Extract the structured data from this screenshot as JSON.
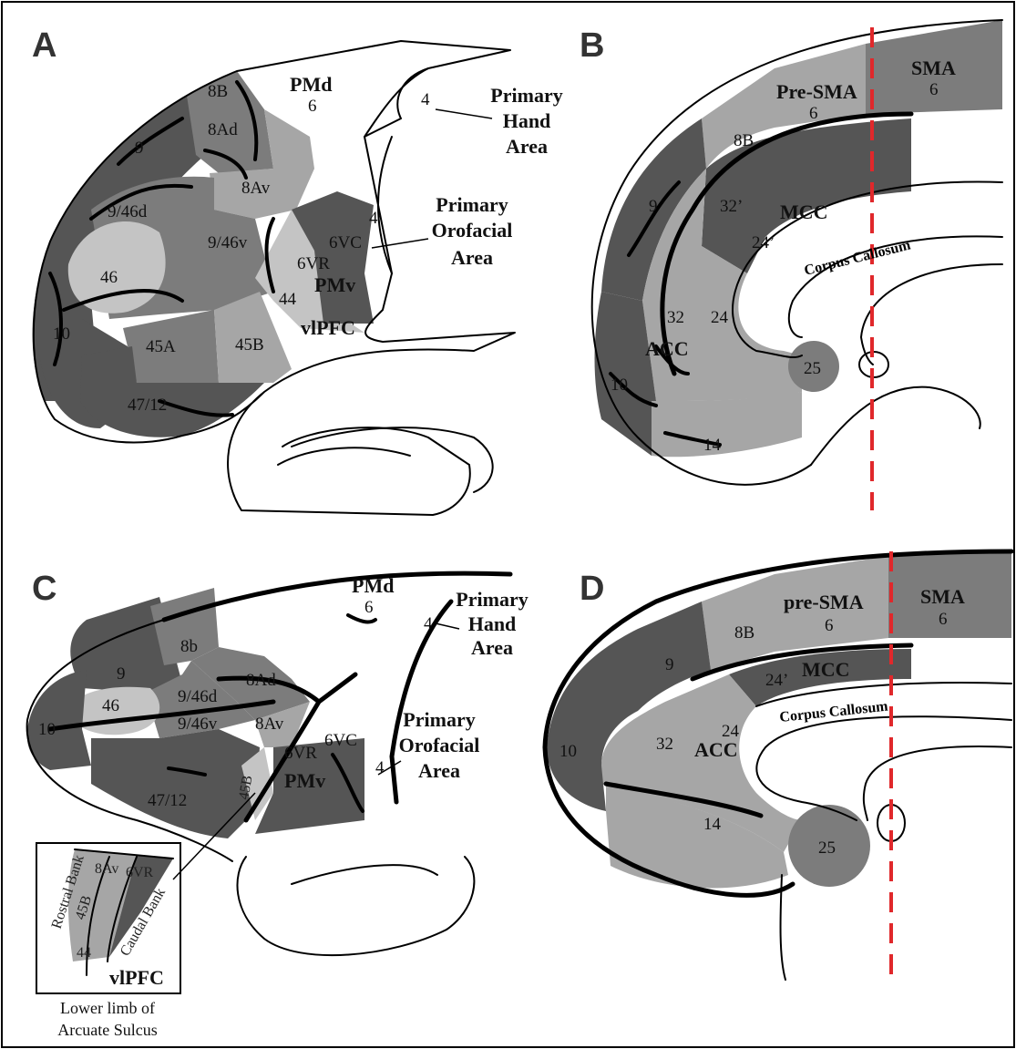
{
  "panels": {
    "A": {
      "letter": "A",
      "areas": {
        "a8B": "8B",
        "a9": "9",
        "a8Ad": "8Ad",
        "a8Av": "8Av",
        "a946d": "9/46d",
        "a946v": "9/46v",
        "a46": "46",
        "a10": "10",
        "a45A": "45A",
        "a45B": "45B",
        "a4712": "47/12",
        "a44": "44",
        "a6VR": "6VR",
        "a6VC": "6VC",
        "a4_top": "4",
        "a4_mid": "4",
        "a6": "6"
      },
      "regions": {
        "pmd": "PMd",
        "pmv": "PMv",
        "vlpfc": "vlPFC"
      },
      "callouts": {
        "hand": [
          "Primary",
          "Hand",
          "Area"
        ],
        "orofacial": [
          "Primary",
          "Orofacial",
          "Area"
        ]
      }
    },
    "B": {
      "letter": "B",
      "areas": {
        "a6": "6",
        "a6b": "6",
        "a8B": "8B",
        "a9": "9",
        "a32p": "32’",
        "a24p": "24’",
        "a32": "32",
        "a24": "24",
        "a10": "10",
        "a25": "25",
        "a14": "14"
      },
      "regions": {
        "sma": "SMA",
        "presma": "Pre-SMA",
        "mcc": "MCC",
        "acc": "ACC"
      },
      "corpus": "Corpus Callosum"
    },
    "C": {
      "letter": "C",
      "areas": {
        "a8b": "8b",
        "a9": "9",
        "a8Ad": "8Ad",
        "a946d": "9/46d",
        "a946v": "9/46v",
        "a8Av": "8Av",
        "a46": "46",
        "a10": "10",
        "a4712": "47/12",
        "a45B": "45B",
        "a6VR": "6VR",
        "a6VC": "6VC",
        "a4_top": "4",
        "a4_mid": "4",
        "a6": "6"
      },
      "regions": {
        "pmd": "PMd",
        "pmv": "PMv"
      },
      "callouts": {
        "hand": [
          "Primary",
          "Hand",
          "Area"
        ],
        "orofacial": [
          "Primary",
          "Orofacial",
          "Area"
        ]
      },
      "inset": {
        "rostral": "Rostral Bank",
        "caudal": "Caudal Bank",
        "a8Av": "8Av",
        "a6VR": "6VR",
        "a45B": "45B",
        "a44": "44",
        "vlpfc": "vlPFC",
        "caption": [
          "Lower limb of",
          "Arcuate Sulcus"
        ]
      }
    },
    "D": {
      "letter": "D",
      "areas": {
        "a6": "6",
        "a6b": "6",
        "a8B": "8B",
        "a9": "9",
        "a24p": "24’",
        "a24": "24",
        "a32": "32",
        "a10": "10",
        "a14": "14",
        "a25": "25"
      },
      "regions": {
        "sma": "SMA",
        "presma": "pre-SMA",
        "mcc": "MCC",
        "acc": "ACC"
      },
      "corpus": "Corpus Callosum"
    }
  },
  "colors": {
    "dark": "#555555",
    "mid": "#7c7c7c",
    "light": "#a6a6a6",
    "very_light": "#c4c4c4",
    "midline": "#e0282b"
  }
}
